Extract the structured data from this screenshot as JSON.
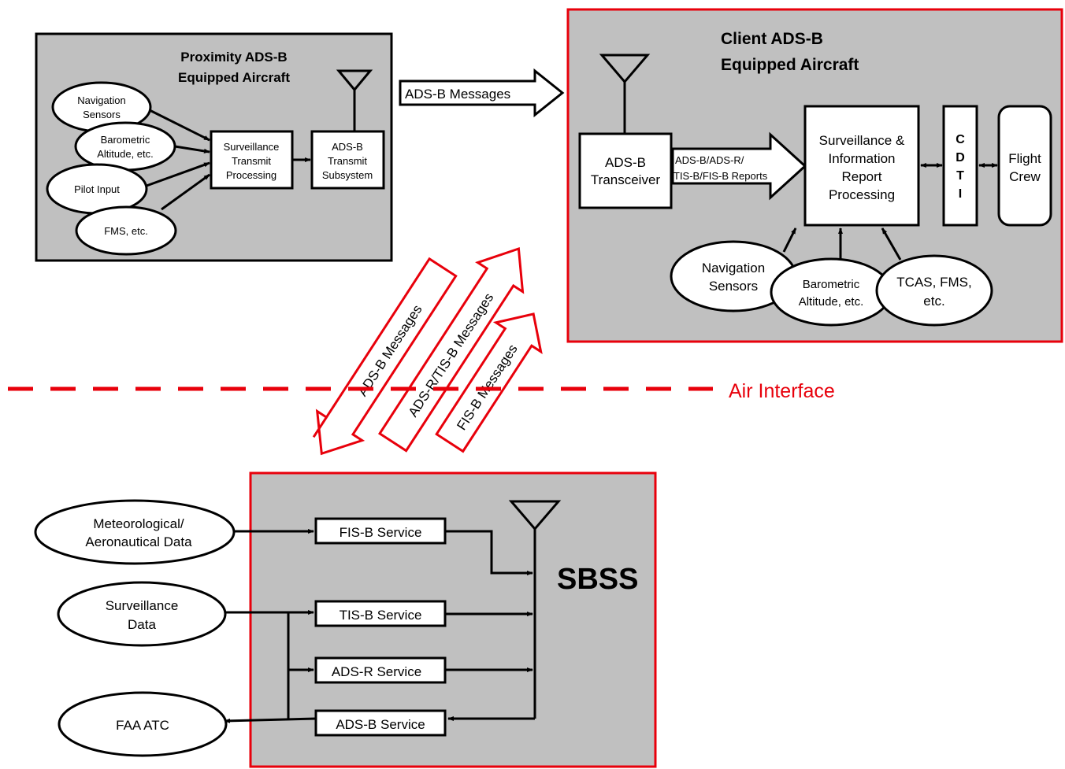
{
  "proximity": {
    "title_line1": "Proximity ADS-B",
    "title_line2": "Equipped Aircraft",
    "nav_sensors": [
      "Navigation",
      "Sensors"
    ],
    "baro": [
      "Barometric",
      "Altitude, etc."
    ],
    "pilot_input": "Pilot Input",
    "fms": "FMS, etc.",
    "surv_transmit": [
      "Surveillance",
      "Transmit",
      "Processing"
    ],
    "adsb_transmit": [
      "ADS-B",
      "Transmit",
      "Subsystem"
    ]
  },
  "adsb_messages_arrow": "ADS-B Messages",
  "client": {
    "title_line1": "Client ADS-B",
    "title_line2": "Equipped Aircraft",
    "transceiver": [
      "ADS-B",
      "Transceiver"
    ],
    "reports_arrow": [
      "ADS-B/ADS-R/",
      "TIS-B/FIS-B Reports"
    ],
    "surv_info": [
      "Surveillance &",
      "Information",
      "Report",
      "Processing"
    ],
    "cdti": [
      "C",
      "D",
      "T",
      "I"
    ],
    "flight_crew": [
      "Flight",
      "Crew"
    ],
    "nav_sensors": [
      "Navigation",
      "Sensors"
    ],
    "baro": [
      "Barometric",
      "Altitude, etc."
    ],
    "tcas": [
      "TCAS, FMS,",
      "etc."
    ]
  },
  "diag_arrows": {
    "adsb": "ADS-B Messages",
    "adsr_tisb": "ADS-R/TIS-B Messages",
    "fisb": "FIS-B Messages"
  },
  "air_interface": "Air Interface",
  "sbss": {
    "title": "SBSS",
    "fisb_service": "FIS-B Service",
    "tisb_service": "TIS-B  Service",
    "adsr_service": "ADS-R Service",
    "adsb_service": "ADS-B Service",
    "met_data": [
      "Meteorological/",
      "Aeronautical Data"
    ],
    "surv_data": [
      "Surveillance",
      "Data"
    ],
    "faa_atc": "FAA ATC"
  },
  "colors": {
    "panel_fill": "#c0c0c0",
    "accent_red": "#e8000b",
    "line": "#000000"
  }
}
